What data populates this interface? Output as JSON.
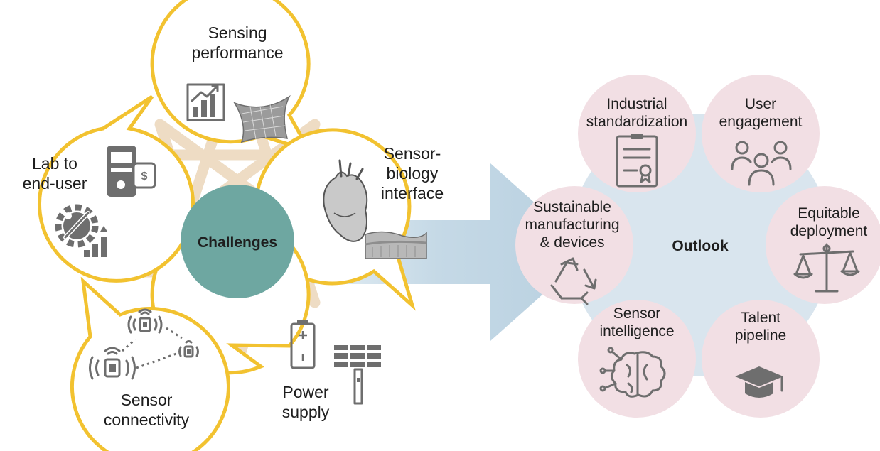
{
  "challenges": {
    "center_label": "Challenges",
    "petals": [
      {
        "id": "sensing",
        "lines": [
          "Sensing",
          "performance"
        ]
      },
      {
        "id": "biology",
        "lines": [
          "Sensor-",
          "biology",
          "interface"
        ]
      },
      {
        "id": "power",
        "lines": [
          "Power",
          "supply"
        ]
      },
      {
        "id": "connectivity",
        "lines": [
          "Sensor",
          "connectivity"
        ]
      },
      {
        "id": "lab",
        "lines": [
          "Lab to",
          "end-user"
        ]
      }
    ]
  },
  "outlook": {
    "center_label": "Outlook",
    "nodes": [
      {
        "id": "industrial",
        "lines": [
          "Industrial",
          "standardization"
        ]
      },
      {
        "id": "user",
        "lines": [
          "User",
          "engagement"
        ]
      },
      {
        "id": "equitable",
        "lines": [
          "Equitable",
          "deployment"
        ]
      },
      {
        "id": "talent",
        "lines": [
          "Talent",
          "pipeline"
        ]
      },
      {
        "id": "intelligence",
        "lines": [
          "Sensor",
          "intelligence"
        ]
      },
      {
        "id": "sustainable",
        "lines": [
          "Sustainable",
          "manufacturing",
          "& devices"
        ]
      }
    ]
  },
  "colors": {
    "petal_border": "#f2c230",
    "star": "#eedcc4",
    "center": "#6ea7a1",
    "outlook_bg": "#d9e5ee",
    "outlook_node": "#f2dfe4",
    "arrow": "#c8dbe7",
    "icon": "#6e6e6e"
  }
}
